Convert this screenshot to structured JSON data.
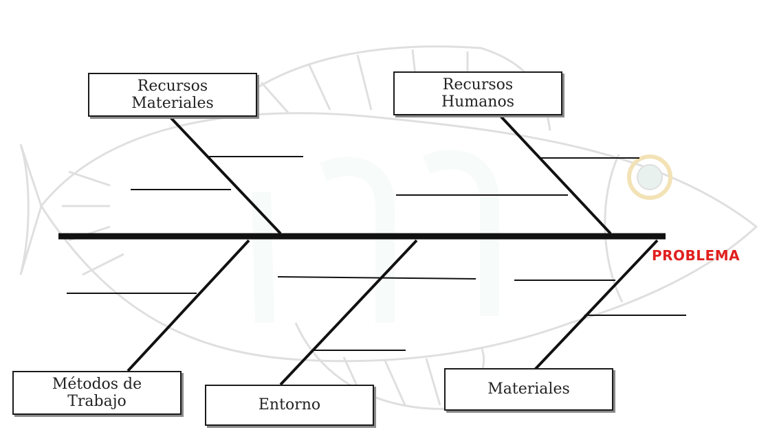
{
  "problem": {
    "label": "PROBLEMA",
    "color": "#e0201f"
  },
  "categories": {
    "recursos_materiales": "Recursos\nMateriales",
    "recursos_humanos": "Recursos\nHumanos",
    "metodos_trabajo": "Métodos de\nTrabajo",
    "entorno": "Entorno",
    "materiales": "Materiales"
  },
  "colors": {
    "line": "#111111",
    "watermark": "#dcdcdc",
    "watermark_fill": "#e6f0ec",
    "eye_ring": "#f1dfae"
  }
}
